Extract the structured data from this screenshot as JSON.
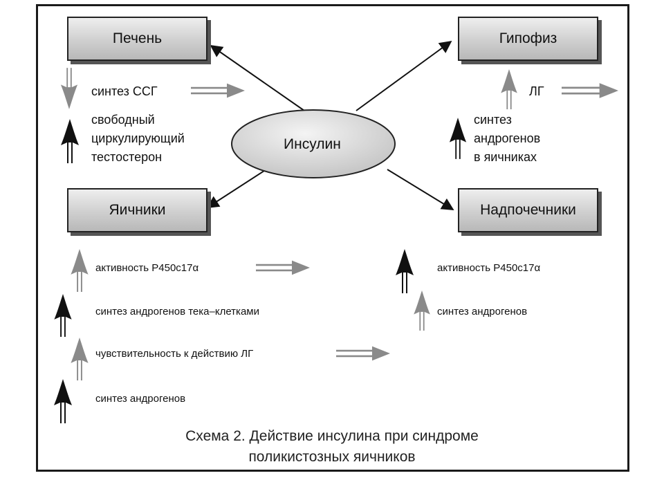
{
  "center": {
    "label": "Инсулин"
  },
  "organs": {
    "liver": "Печень",
    "pituitary": "Гипофиз",
    "ovaries": "Яичники",
    "adrenals": "Надпочечники"
  },
  "liver_effects": {
    "shbg_synthesis": "синтез ССГ",
    "free_testosterone_lines": [
      "свободный",
      "циркулирующий",
      "тестостерон"
    ]
  },
  "pituitary_effects": {
    "lh": "ЛГ",
    "androgen_synthesis_lines": [
      "синтез",
      "андрогенов",
      "в яичниках"
    ]
  },
  "ovary_effects": [
    "активность Р450с17α",
    "синтез андрогенов тека–клетками",
    "чувствительность к действию ЛГ",
    "синтез андрогенов"
  ],
  "adrenal_effects": [
    "активность Р450с17α",
    "синтез андрогенов"
  ],
  "caption": {
    "line1": "Схема 2. Действие инсулина при синдроме",
    "line2": "поликистозных яичников"
  },
  "colors": {
    "box_fill_light": "#eeeeee",
    "box_fill_dark": "#b8b8b8",
    "gray_arrow": "#8a8a8a",
    "black_arrow": "#111111"
  }
}
